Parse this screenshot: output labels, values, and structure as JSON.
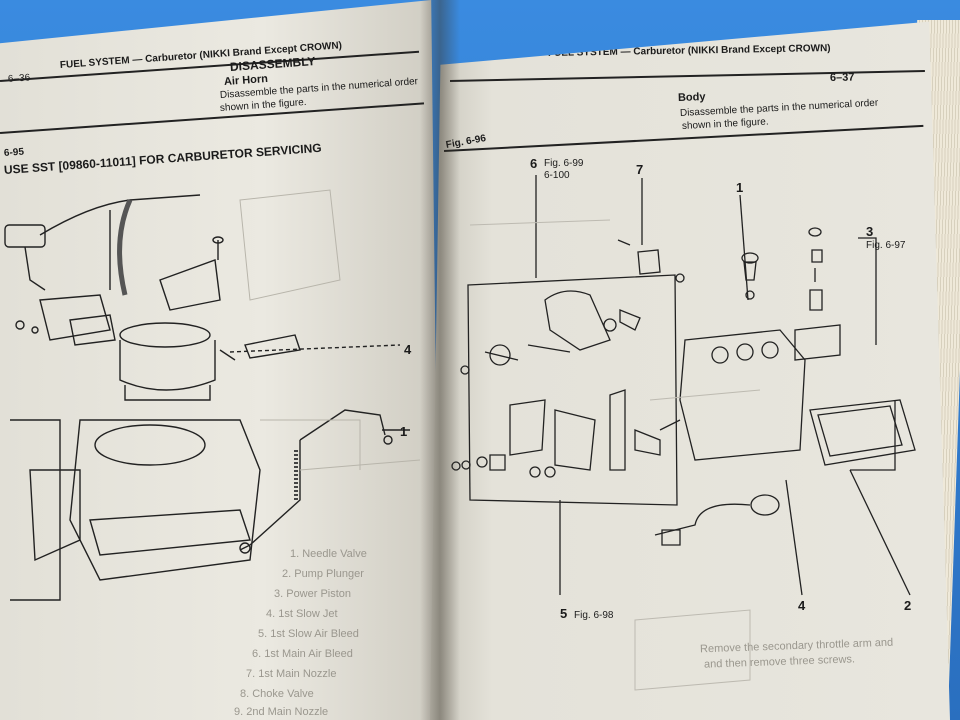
{
  "left_page": {
    "page_number": "6–36",
    "header_title": "FUEL SYSTEM — Carburetor (NIKKI Brand Except CROWN)",
    "section_title": "DISASSEMBLY",
    "subsection_title": "Air Horn",
    "instruction_line1": "Disassemble the parts in the numerical order",
    "instruction_line2": "shown in the figure.",
    "figure_number": "6-95",
    "figure_caption": "USE SST [09860-11011] FOR CARBURETOR SERVICING",
    "callouts": [
      "4",
      "1"
    ],
    "bleed_through_list": [
      "1.  Needle Valve",
      "2.  Pump Plunger",
      "3.  Power Piston",
      "4.  1st Slow Jet",
      "5.  1st Slow Air Bleed",
      "6.  1st Main Air Bleed",
      "7.  1st Main Nozzle",
      "8.  Choke Valve",
      "9.  2nd Main Nozzle"
    ]
  },
  "right_page": {
    "page_number": "6–37",
    "header_title": "FUEL SYSTEM — Carburetor (NIKKI Brand Except CROWN)",
    "subsection_title": "Body",
    "instruction_line1": "Disassemble the parts in the numerical order",
    "instruction_line2": "shown in the figure.",
    "figure_number": "Fig. 6-96",
    "callouts": [
      {
        "num": "6",
        "ref1": "Fig. 6-99",
        "ref2": "6-100"
      },
      {
        "num": "7",
        "ref1": "",
        "ref2": ""
      },
      {
        "num": "1",
        "ref1": "",
        "ref2": ""
      },
      {
        "num": "3",
        "ref1": "Fig. 6-97",
        "ref2": ""
      },
      {
        "num": "5",
        "ref1": "Fig. 6-98",
        "ref2": ""
      },
      {
        "num": "4",
        "ref1": "",
        "ref2": ""
      },
      {
        "num": "2",
        "ref1": "",
        "ref2": ""
      }
    ],
    "bleed_through_text1": "Remove the secondary throttle arm and",
    "bleed_through_text2": "and then remove three screws."
  },
  "colors": {
    "background": "#2f7fd0",
    "paper": "#e8e6de",
    "ink": "#1b1b1b",
    "faded_ink": "#9a978e"
  }
}
